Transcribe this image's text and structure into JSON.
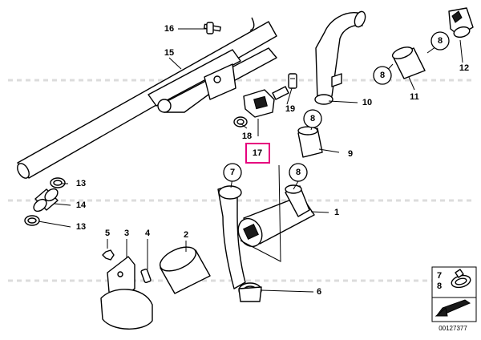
{
  "callouts": {
    "c1": "1",
    "c2": "2",
    "c3": "3",
    "c4": "4",
    "c5": "5",
    "c6": "6",
    "c7_circle": "7",
    "c8_a": "8",
    "c8_b": "8",
    "c8_c": "8",
    "c8_d": "8",
    "c9": "9",
    "c10": "10",
    "c11": "11",
    "c12": "12",
    "c13_a": "13",
    "c13_b": "13",
    "c14": "14",
    "c15": "15",
    "c16": "16",
    "c17": "17",
    "c18": "18",
    "c19": "19"
  },
  "legend": {
    "top": "7",
    "bottom": "8"
  },
  "document_number": "00127377",
  "colors": {
    "highlight": "#e6007e",
    "line": "#000000",
    "background": "#ffffff"
  }
}
